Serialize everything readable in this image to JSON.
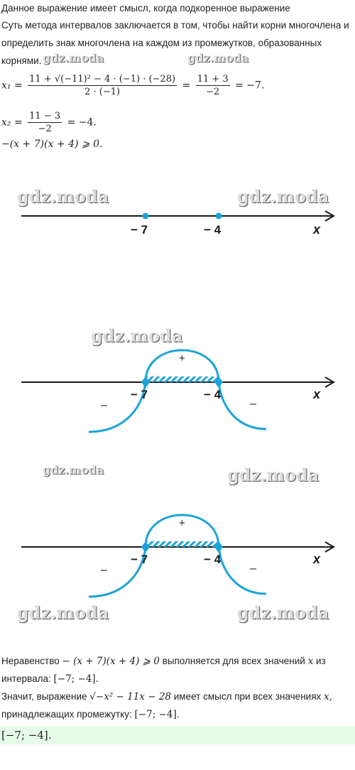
{
  "intro": {
    "line1": "Данное выражение имеет смысл, когда подкоренное выражение",
    "line2": "Суть метода интервалов заключается в том, чтобы найти корни многочлена и",
    "line3": "определить знак многочлена на каждом из промежутков, образованных",
    "line4": "корнями."
  },
  "equations": {
    "x1_label": "x₁ =",
    "x1_num": "11 + √(−11)² − 4 · (−1) · (−28)",
    "x1_den": "2 · (−1)",
    "x1_mid_num": "11 + 3",
    "x1_mid_den": "−2",
    "x1_result": "= −7.",
    "x2_label": "x₂ =",
    "x2_num": "11 − 3",
    "x2_den": "−2",
    "x2_result": "= −4.",
    "inequality": "−(x + 7)(x + 4) ⩾ 0."
  },
  "number_line": {
    "points": [
      -7,
      -4
    ],
    "tick_labels": [
      "− 7",
      "− 4"
    ],
    "axis_label": "x",
    "interval_signs": [
      "–",
      "+",
      "–"
    ],
    "colors": {
      "curve": "#1aa3d9",
      "axis": "#1a1a1a",
      "hatch": "#1aa3d9"
    }
  },
  "watermark": "gdz.moda",
  "conclusion": {
    "line1_prefix": "Неравенство",
    "line1_expr": "− (x + 7)(x + 4) ⩾ 0",
    "line1_suffix": "выполняется для всех значений",
    "line1_var": "x",
    "line1_tail": "из",
    "line2_prefix": "интервала:",
    "line2_expr": "[−7; −4].",
    "line3_prefix": "Значит, выражение",
    "line3_expr": "√−x² − 11x − 28",
    "line3_suffix": "имеет смысл при всех значениях",
    "line3_var": "x,",
    "line4_prefix": "принадлежащих промежутку:",
    "line4_expr": "[−7; −4]",
    "line4_tail": ".",
    "answer": "[−7; −4]."
  }
}
